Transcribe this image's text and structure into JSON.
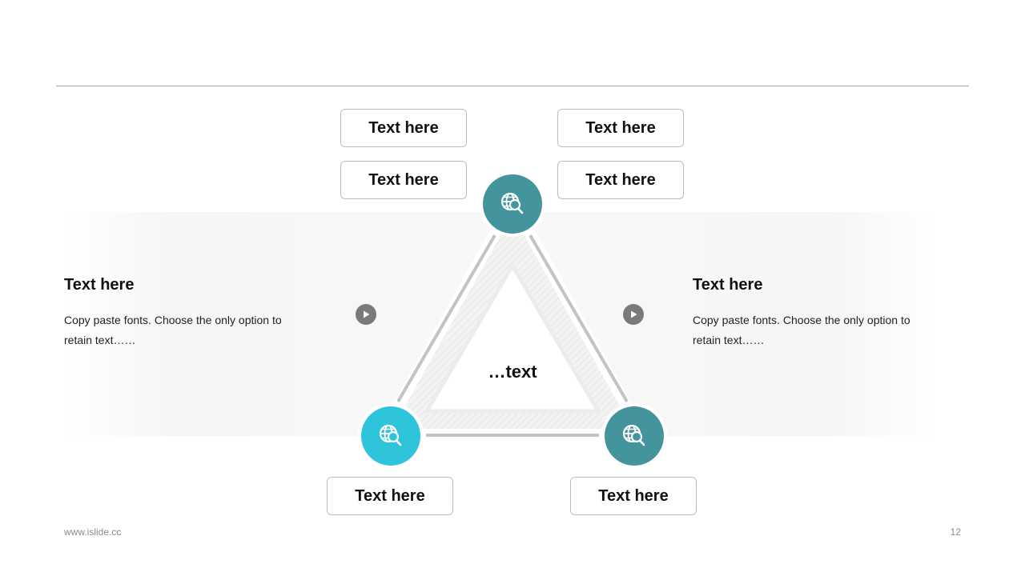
{
  "boxes": {
    "top_left_1": "Text here",
    "top_left_2": "Text here",
    "top_right_1": "Text here",
    "top_right_2": "Text here",
    "bottom_left": "Text here",
    "bottom_right": "Text here"
  },
  "left_panel": {
    "title": "Text here",
    "body": "Copy paste fonts. Choose the only option to retain text……"
  },
  "right_panel": {
    "title": "Text here",
    "body": "Copy paste fonts. Choose the only option to retain text……"
  },
  "center_text": "…text",
  "nodes": [
    {
      "position": "top",
      "icon": "globe-search-icon",
      "color": "#44949e"
    },
    {
      "position": "bottom-left",
      "icon": "globe-search-icon",
      "color": "#2ec4dc"
    },
    {
      "position": "bottom-right",
      "icon": "globe-search-icon",
      "color": "#44949e"
    }
  ],
  "footer": {
    "website": "www.islide.cc",
    "page_number": "12"
  }
}
